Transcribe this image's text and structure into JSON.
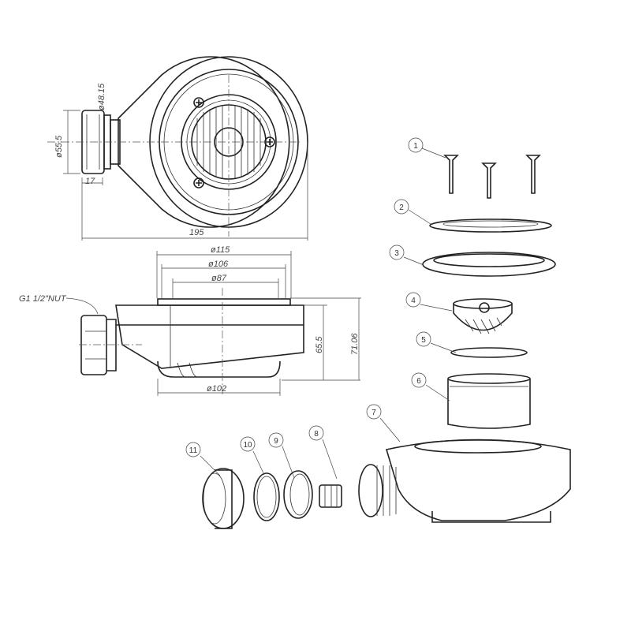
{
  "top_view": {
    "d_outlet": "ø48.15",
    "d_nut": "ø55.5",
    "nut_width": "17",
    "length": "195"
  },
  "side_view": {
    "d115": "ø115",
    "d106": "ø106",
    "d87": "ø87",
    "nut_label": "G1 1/2\"NUT",
    "h65": "65.5",
    "h71": "71.06",
    "d102": "ø102"
  },
  "callouts": [
    "1",
    "2",
    "3",
    "4",
    "5",
    "6",
    "7",
    "8",
    "9",
    "10",
    "11"
  ]
}
